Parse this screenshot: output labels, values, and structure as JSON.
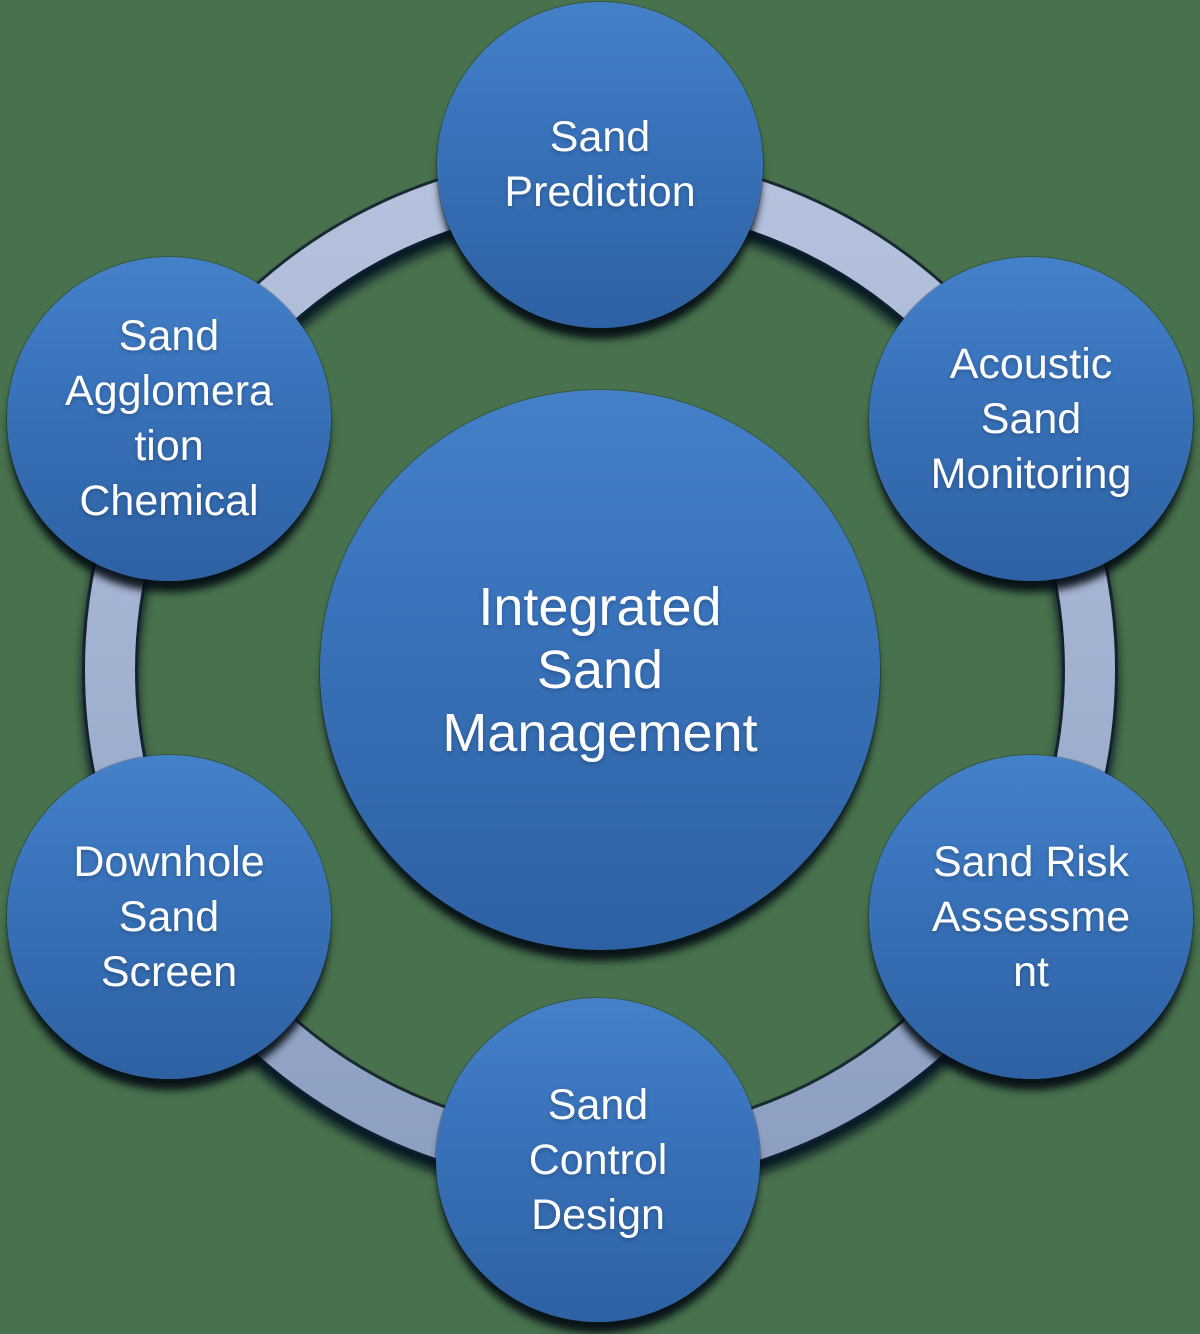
{
  "diagram": {
    "type": "hub-and-spoke-cycle",
    "colors": {
      "background": "#48714d",
      "circle_gradient_top": "#4481c9",
      "circle_gradient_bottom": "#2e61a3",
      "ring_gradient_top": "#b6c3de",
      "ring_gradient_bottom": "#8c9ec1",
      "shadow": "#06111c",
      "text": "#fdfdfe"
    },
    "center": {
      "label": "Integrated\nSand\nManagement"
    },
    "satellites": [
      {
        "id": "sand-prediction",
        "label": "Sand\nPrediction"
      },
      {
        "id": "acoustic-sand-monitoring",
        "label": "Acoustic\nSand\nMonitoring"
      },
      {
        "id": "sand-risk-assessment",
        "label": "Sand Risk\nAssessme\nnt"
      },
      {
        "id": "sand-control-design",
        "label": "Sand\nControl\nDesign"
      },
      {
        "id": "downhole-sand-screen",
        "label": "Downhole\nSand\nScreen"
      },
      {
        "id": "sand-agglomeration-chemical",
        "label": "Sand\nAgglomera\ntion\nChemical"
      }
    ]
  }
}
